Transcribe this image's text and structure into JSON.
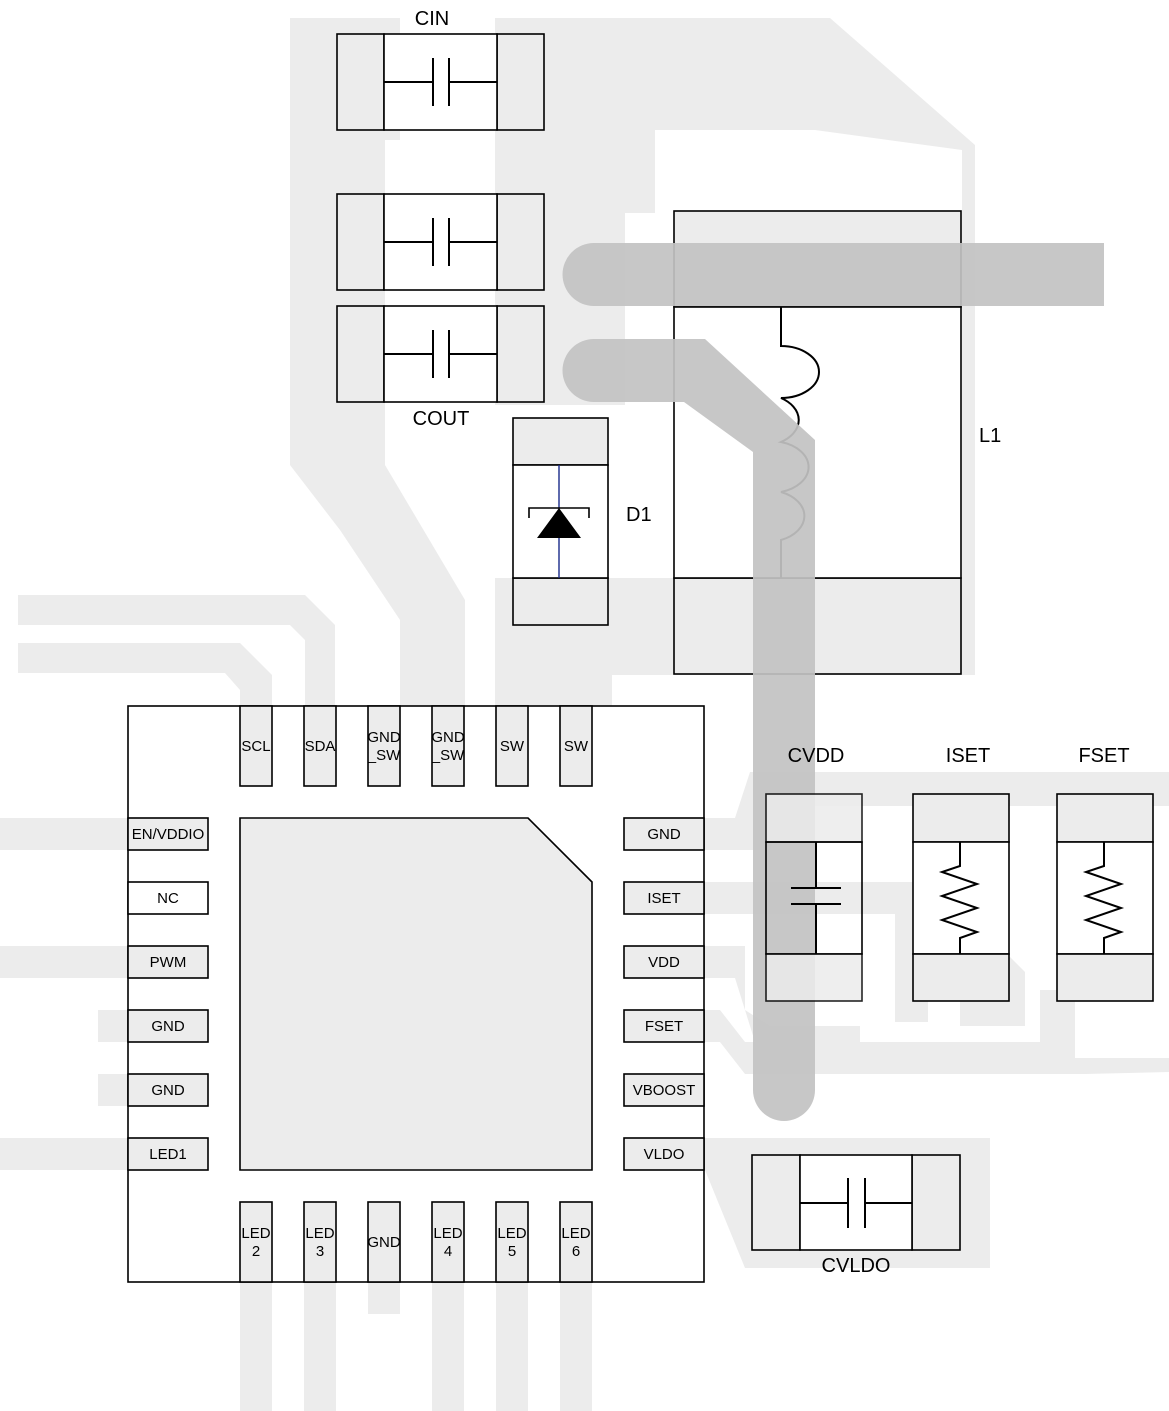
{
  "components": {
    "cin": "CIN",
    "cout": "COUT",
    "d1": "D1",
    "l1": "L1",
    "cvdd": "CVDD",
    "iset": "ISET",
    "fset": "FSET",
    "cvldo": "CVLDO"
  },
  "ic_pins": {
    "top": [
      {
        "lines": [
          "SCL"
        ]
      },
      {
        "lines": [
          "SDA"
        ]
      },
      {
        "lines": [
          "GND",
          "_SW"
        ]
      },
      {
        "lines": [
          "GND",
          "_SW"
        ]
      },
      {
        "lines": [
          "SW"
        ]
      },
      {
        "lines": [
          "SW"
        ]
      }
    ],
    "left": [
      "EN/VDDIO",
      "NC",
      "PWM",
      "GND",
      "GND",
      "LED1"
    ],
    "right": [
      "GND",
      "ISET",
      "VDD",
      "FSET",
      "VBOOST",
      "VLDO"
    ],
    "bottom": [
      {
        "lines": [
          "LED",
          "2"
        ]
      },
      {
        "lines": [
          "LED",
          "3"
        ]
      },
      {
        "lines": [
          "GND"
        ]
      },
      {
        "lines": [
          "LED",
          "4"
        ]
      },
      {
        "lines": [
          "LED",
          "5"
        ]
      },
      {
        "lines": [
          "LED",
          "6"
        ]
      }
    ]
  },
  "colors": {
    "trace": "#ececec",
    "highlight_trace": "#c2c2c2",
    "outline": "#000000"
  }
}
